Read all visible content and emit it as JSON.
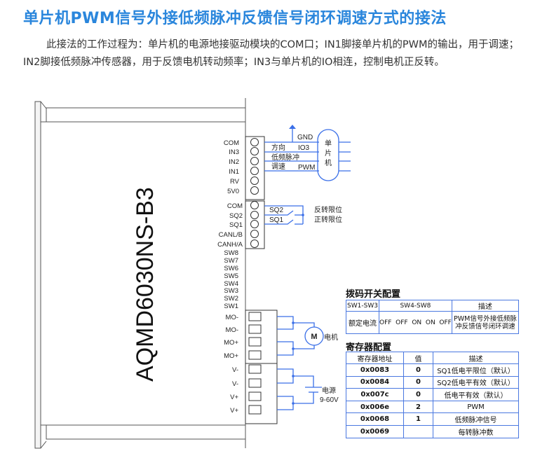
{
  "title": "单片机PWM信号外接低频脉冲反馈信号闭环调速方式的接法",
  "description": "此接法的工作过程为：单片机的电源地接驱动模块的COM口；IN1脚接单片机的PWM的输出，用于调速；IN2脚接低频脉冲传感器，用于反馈电机转动频率；IN3与单片机的IO相连，控制电机正反转。",
  "driver": {
    "model": "AQMD6030NS-B3",
    "block1": [
      "COM",
      "IN3",
      "IN2",
      "IN1",
      "RV",
      "5V0"
    ],
    "block2": [
      "COM",
      "SQ2",
      "SQ1",
      "CANL/B",
      "CANH/A"
    ],
    "switches": [
      "SW8",
      "SW7",
      "SW6",
      "SW5",
      "SW4",
      "SW3",
      "SW2",
      "SW1"
    ],
    "motor_terms": [
      "MO-",
      "MO-",
      "MO+",
      "MO+"
    ],
    "power_terms": [
      "V-",
      "V-",
      "V+",
      "V+"
    ]
  },
  "wiring": {
    "gnd": "GND",
    "dir": "方向",
    "io3": "IO3",
    "pulse": "低频脉冲",
    "speed": "调速",
    "pwm": "PWM",
    "mcu": [
      "单",
      "片",
      "机"
    ],
    "sq2": "SQ2",
    "sq1": "SQ1",
    "rev_limit": "反转限位",
    "fwd_limit": "正转限位",
    "motor_symbol": "M",
    "motor": "电机",
    "power": "电源",
    "voltage": "9-60V"
  },
  "sw_table": {
    "title": "拨码开关配置",
    "headers": [
      "SW1-SW3",
      "SW4-SW8",
      "描述"
    ],
    "row": [
      "额定电流",
      "OFF  OFF  ON  ON  OFF",
      "PWM信号外接低频脉冲反馈信号闭环调速"
    ]
  },
  "reg_table": {
    "title": "寄存器配置",
    "headers": [
      "寄存器地址",
      "值",
      "描述"
    ],
    "rows": [
      [
        "0x0083",
        "0",
        "SQ1低电平限位（默认）"
      ],
      [
        "0x0084",
        "0",
        "SQ2低电平有效（默认）"
      ],
      [
        "0x007c",
        "0",
        "低电平有效（默认）"
      ],
      [
        "0x006e",
        "2",
        "PWM"
      ],
      [
        "0x0068",
        "1",
        "低频脉冲信号"
      ],
      [
        "0x0069",
        "",
        "每转脉冲数"
      ]
    ]
  },
  "colors": {
    "title": "#2a86dc",
    "wire": "#3a6fe8"
  }
}
